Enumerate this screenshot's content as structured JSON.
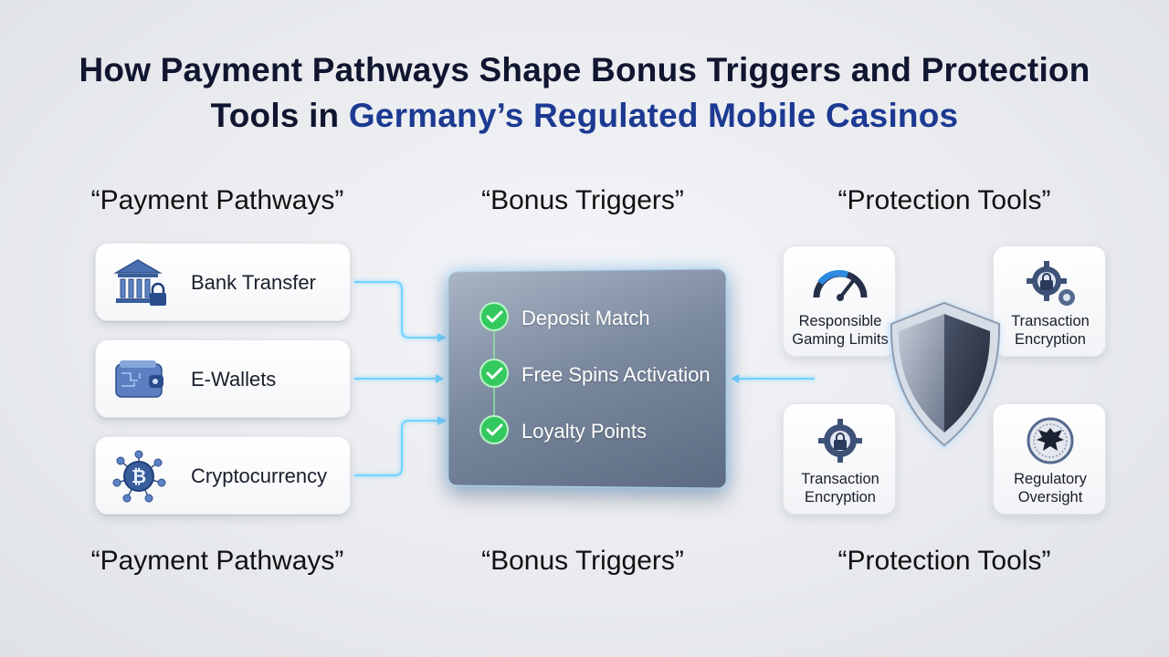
{
  "title": {
    "line1": "How Payment Pathways Shape Bonus Triggers and Protection",
    "line2_plain": "Tools in ",
    "line2_accent": "Germany’s Regulated Mobile Casinos"
  },
  "columns": {
    "payment_top": "“Payment Pathways”",
    "bonus_top": "“Bonus Triggers”",
    "protection_top": "“Protection Tools”",
    "payment_bottom": "“Payment Pathways”",
    "bonus_bottom": "“Bonus Triggers”",
    "protection_bottom": "“Protection Tools”"
  },
  "payment_methods": [
    {
      "label": "Bank Transfer",
      "icon": "bank-lock-icon"
    },
    {
      "label": "E-Wallets",
      "icon": "wallet-icon"
    },
    {
      "label": "Cryptocurrency",
      "icon": "bitcoin-network-icon"
    }
  ],
  "bonus_triggers": [
    {
      "label": "Deposit Match",
      "icon": "check-circle-icon"
    },
    {
      "label": "Free Spins Activation",
      "icon": "check-circle-icon"
    },
    {
      "label": "Loyalty Points",
      "icon": "check-circle-icon"
    }
  ],
  "protection_tools": [
    {
      "line1": "Responsible",
      "line2": "Gaming Limits",
      "icon": "gauge-icon"
    },
    {
      "line1": "Transaction",
      "line2": "Encryption",
      "icon": "gear-lock-icon"
    },
    {
      "line1": "Transaction",
      "line2": "Encryption",
      "icon": "gear-lock-icon"
    },
    {
      "line1": "Regulatory",
      "line2": "Oversight",
      "icon": "eagle-seal-icon"
    }
  ],
  "center_icon": "shield-icon",
  "colors": {
    "title_dark": "#101630",
    "title_accent": "#1c3a92",
    "check_green": "#2fc25a",
    "connector_glow": "#6fd3ff"
  }
}
